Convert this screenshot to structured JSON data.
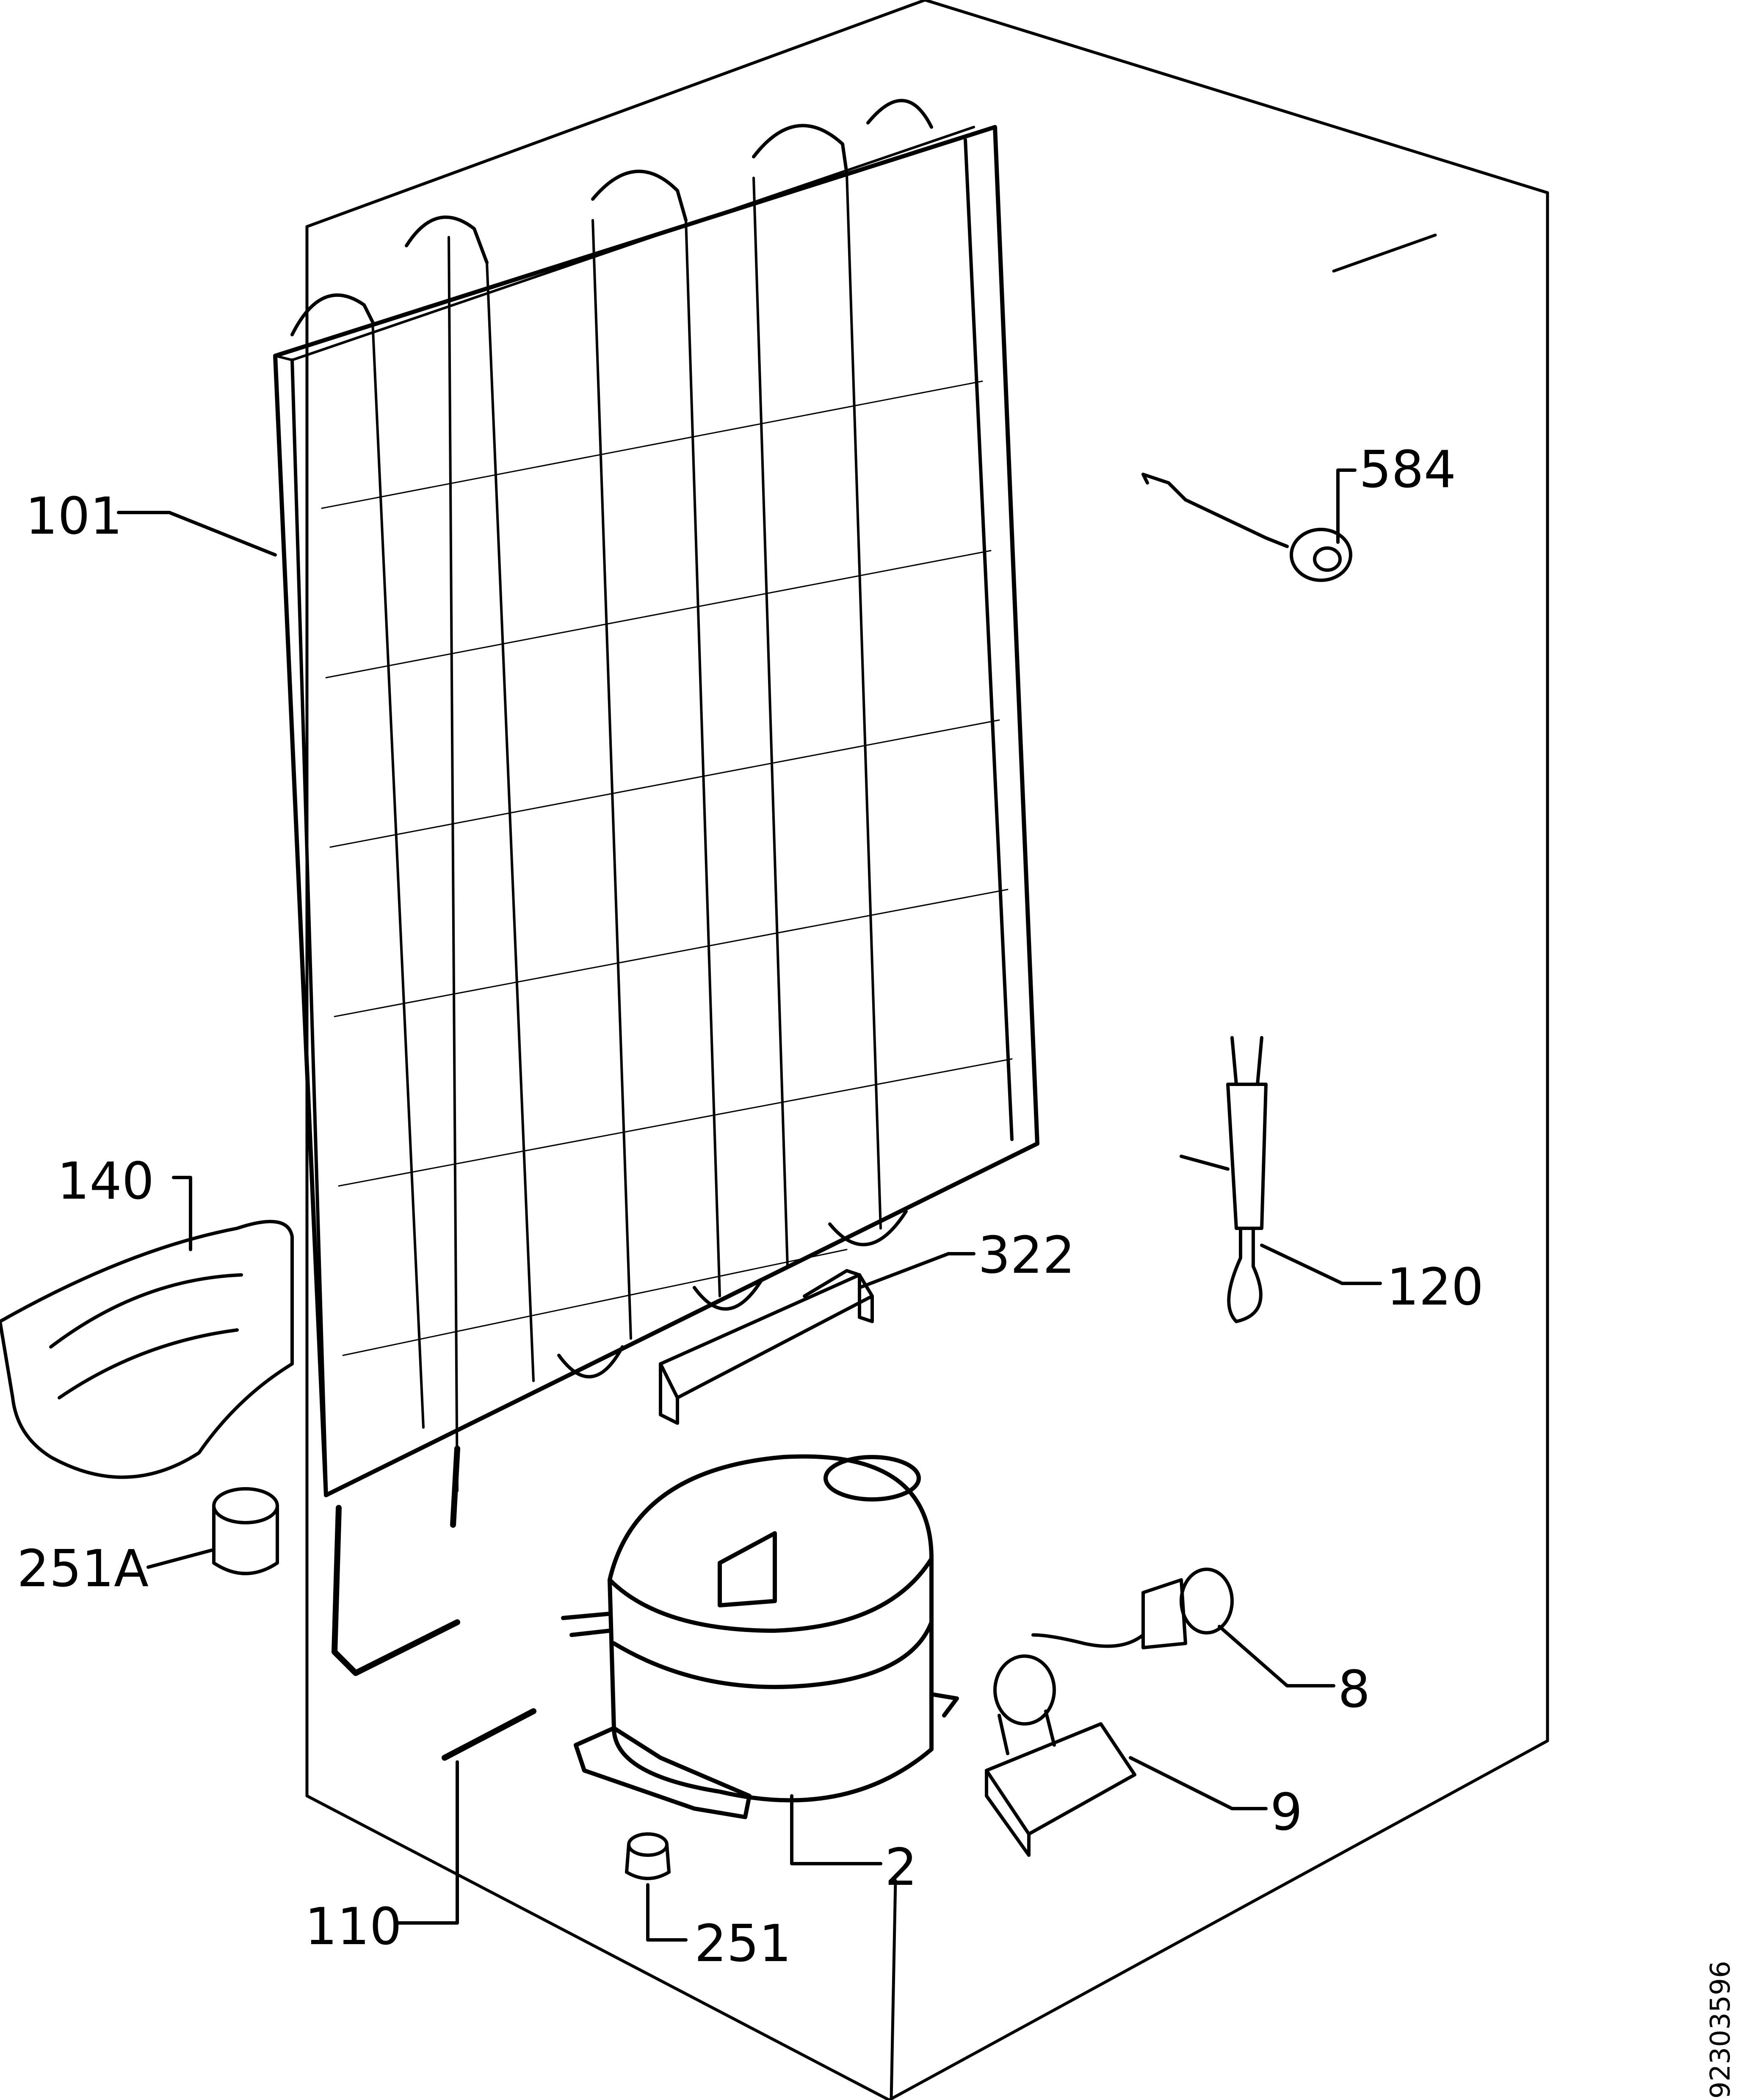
{
  "diagram": {
    "document_number": "92303596",
    "callouts": {
      "condenser": "101",
      "thermostat_sensor_584": "584",
      "drip_tray": "140",
      "foam_plug_251a": "251A",
      "sensor_120": "120",
      "bracket": "322",
      "relay": "8",
      "clamp": "9",
      "compressor": "2",
      "tube": "110",
      "grommet": "251"
    }
  },
  "colors": {
    "line": "#000000",
    "background": "#ffffff"
  }
}
